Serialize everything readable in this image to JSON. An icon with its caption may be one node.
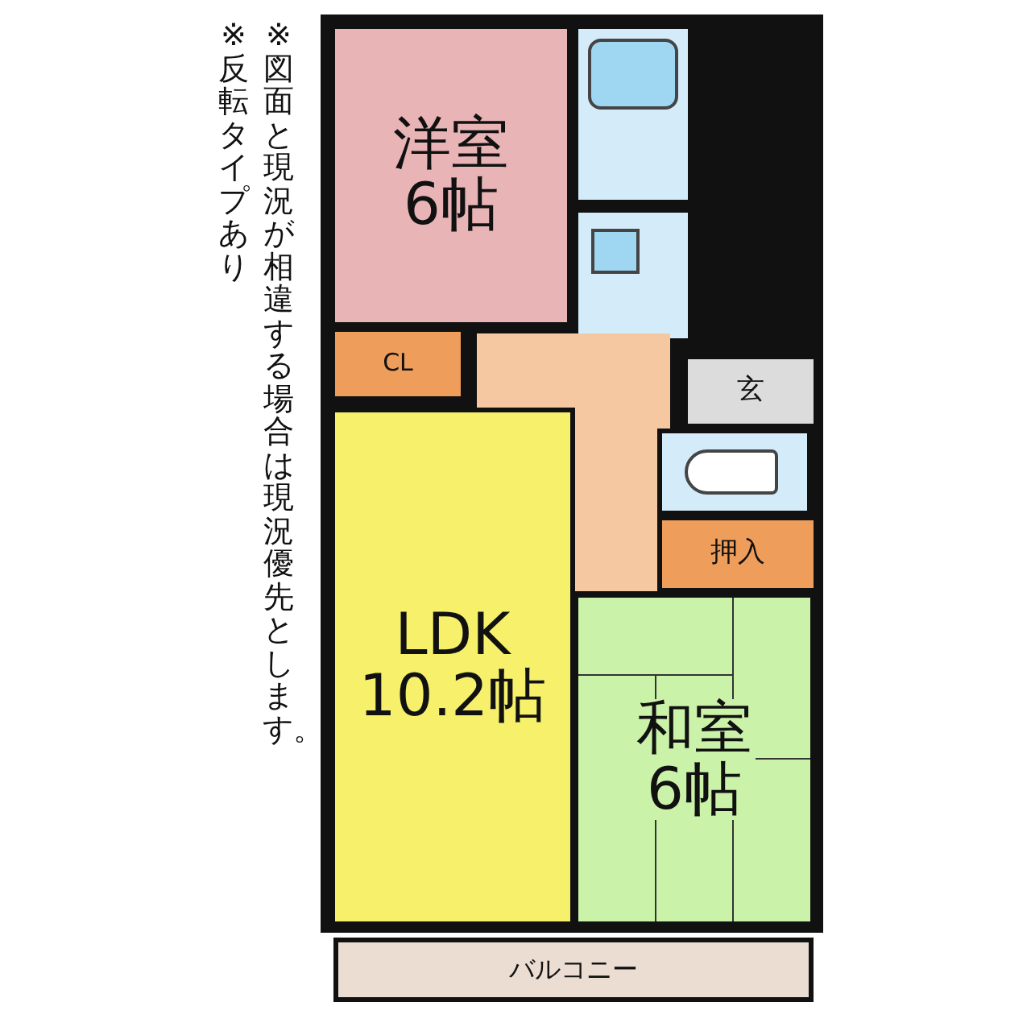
{
  "diagram": {
    "nodes": [
      {
        "text": [
          "洋室",
          "6帖"
        ]
      },
      {
        "text": [],
        "shape": "box"
      },
      {
        "text": [],
        "shape": "box"
      },
      {
        "text": [
          "CL"
        ]
      },
      {
        "text": [],
        "shape": "box"
      },
      {
        "text": [
          "玄"
        ]
      },
      {
        "text": [],
        "shape": "box"
      },
      {
        "text": [
          "押入"
        ]
      },
      {
        "text": [
          "LDK",
          "10.2帖"
        ]
      },
      {
        "text": [
          "和室",
          "6帖"
        ]
      },
      {
        "text": [
          "バルコニー"
        ]
      }
    ],
    "edges": [],
    "labels": [
      "※図面と現況が相違する場合は現況優先とします。",
      "※反転タイプあり"
    ]
  }
}
